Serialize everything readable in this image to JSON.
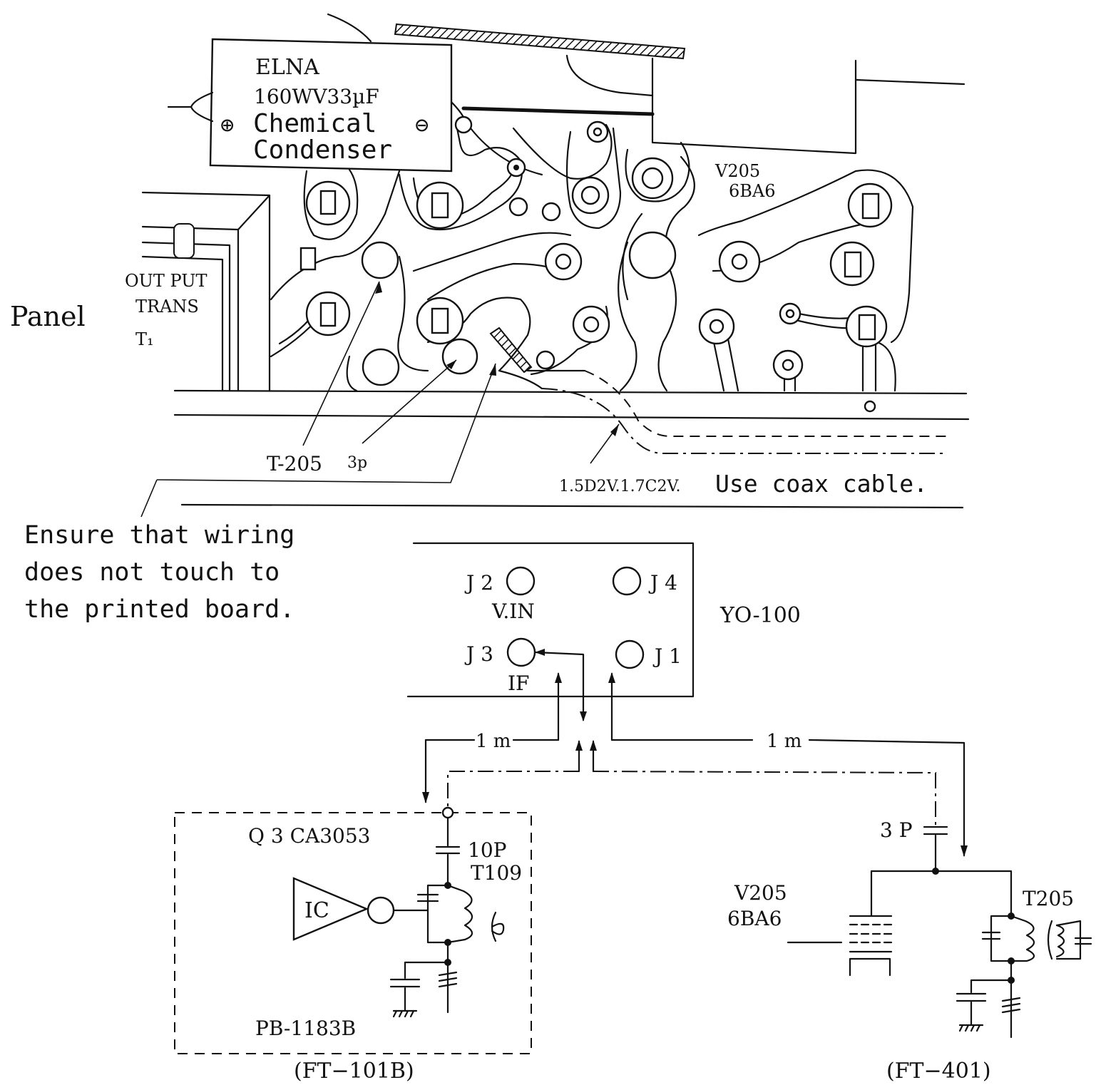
{
  "capacitor_label": {
    "line1": "ELNA",
    "line2": "160WV33µF",
    "line3": "Chemical",
    "line4": "Condenser",
    "plus": "⊕",
    "minus": "⊖"
  },
  "tube_top": {
    "name": "V205",
    "type": "6BA6"
  },
  "transformer": {
    "line1": "OUT PUT",
    "line2": "TRANS",
    "line3": "T₁"
  },
  "panel_label": "Panel",
  "callouts": {
    "t205": "T-205",
    "cap3p": "3p"
  },
  "coax_note": {
    "spec": "1.5D2V.1.7C2V.",
    "text": "Use coax cable."
  },
  "warning": {
    "line1": "Ensure that wiring",
    "line2": "does not touch to",
    "line3": "the printed board."
  },
  "yo100": {
    "name": "YO-100",
    "j2": "J 2",
    "j4": "J 4",
    "j3": "J 3",
    "j1": "J 1",
    "vin": "V.IN",
    "if": "IF"
  },
  "cable_lengths": {
    "left": "1 m",
    "right": "1 m"
  },
  "ft101b": {
    "q3": "Q 3  CA3053",
    "cap": "10P",
    "xfmr": "T109",
    "ic": "IC",
    "board": "PB-1183B",
    "model": "(FT−101B)"
  },
  "ft401": {
    "cap": "3 P",
    "tube_name": "V205",
    "tube_type": "6BA6",
    "xfmr": "T205",
    "model": "(FT−401)"
  }
}
